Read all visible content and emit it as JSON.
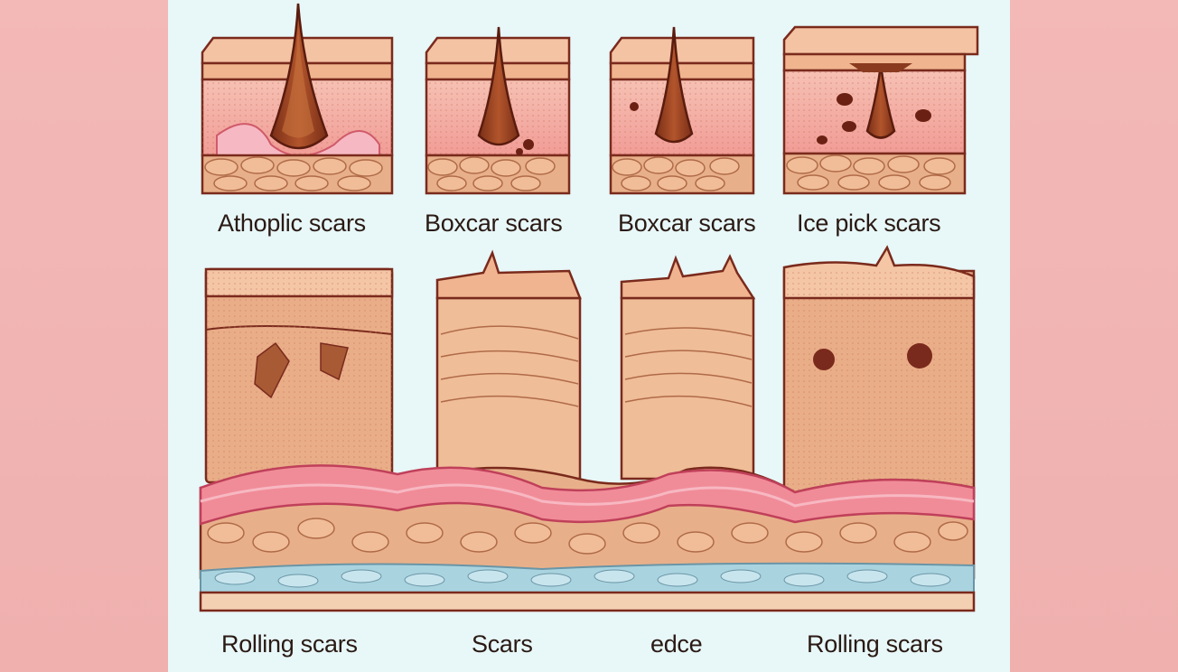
{
  "top_labels": [
    "Athoplic scars",
    "Boxcar  scars",
    "Boxcar scars",
    "Ice pick scars"
  ],
  "bottom_labels": [
    "Rolling scars",
    "Scars",
    "edce",
    "Rolling scars"
  ],
  "colors": {
    "background_pink": "#f2b8b6",
    "panel": "#e8f7f8",
    "skin_top": "#f0b58f",
    "epidermis": "#f3a7a1",
    "dermis": "#e9b48f",
    "fat": "#e6ad84",
    "outline": "#7a2a1c",
    "follicle": "#8a3a1f",
    "blue_layer": "#a9d3df"
  }
}
